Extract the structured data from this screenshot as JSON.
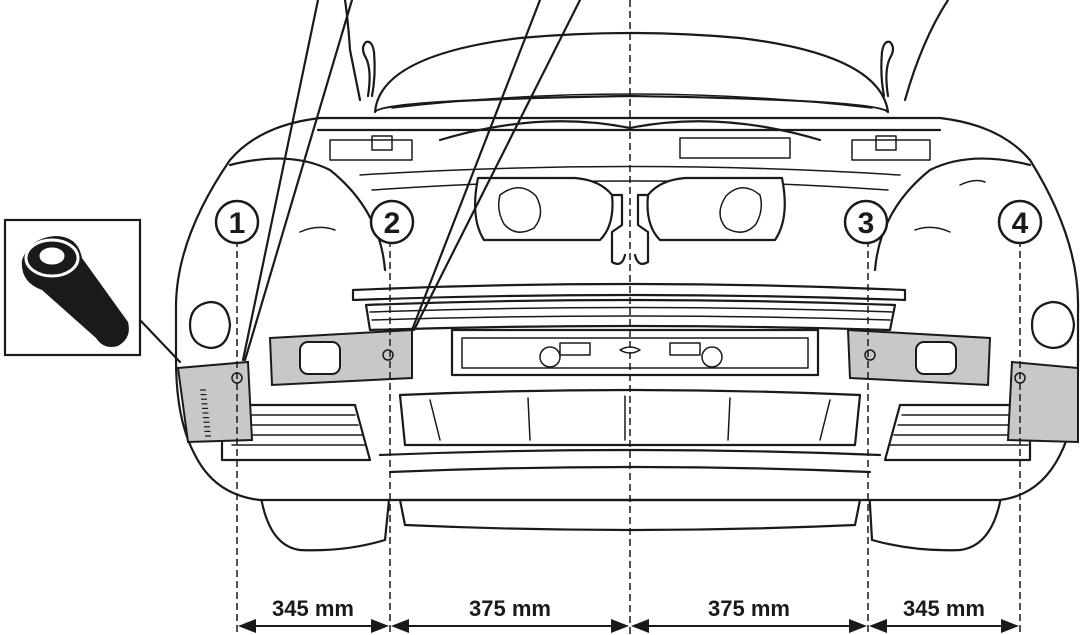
{
  "callouts": [
    {
      "id": "1",
      "label": "1"
    },
    {
      "id": "2",
      "label": "2"
    },
    {
      "id": "3",
      "label": "3"
    },
    {
      "id": "4",
      "label": "4"
    }
  ],
  "dimensions": [
    {
      "id": "d1",
      "label": "345 mm"
    },
    {
      "id": "d2",
      "label": "375 mm"
    },
    {
      "id": "d3",
      "label": "375 mm"
    },
    {
      "id": "d4",
      "label": "345 mm"
    }
  ],
  "icons": {
    "inset": "tape-roll-icon"
  },
  "colors": {
    "line": "#1a1a1a",
    "tape": "#c8c8c8",
    "background": "#ffffff"
  }
}
